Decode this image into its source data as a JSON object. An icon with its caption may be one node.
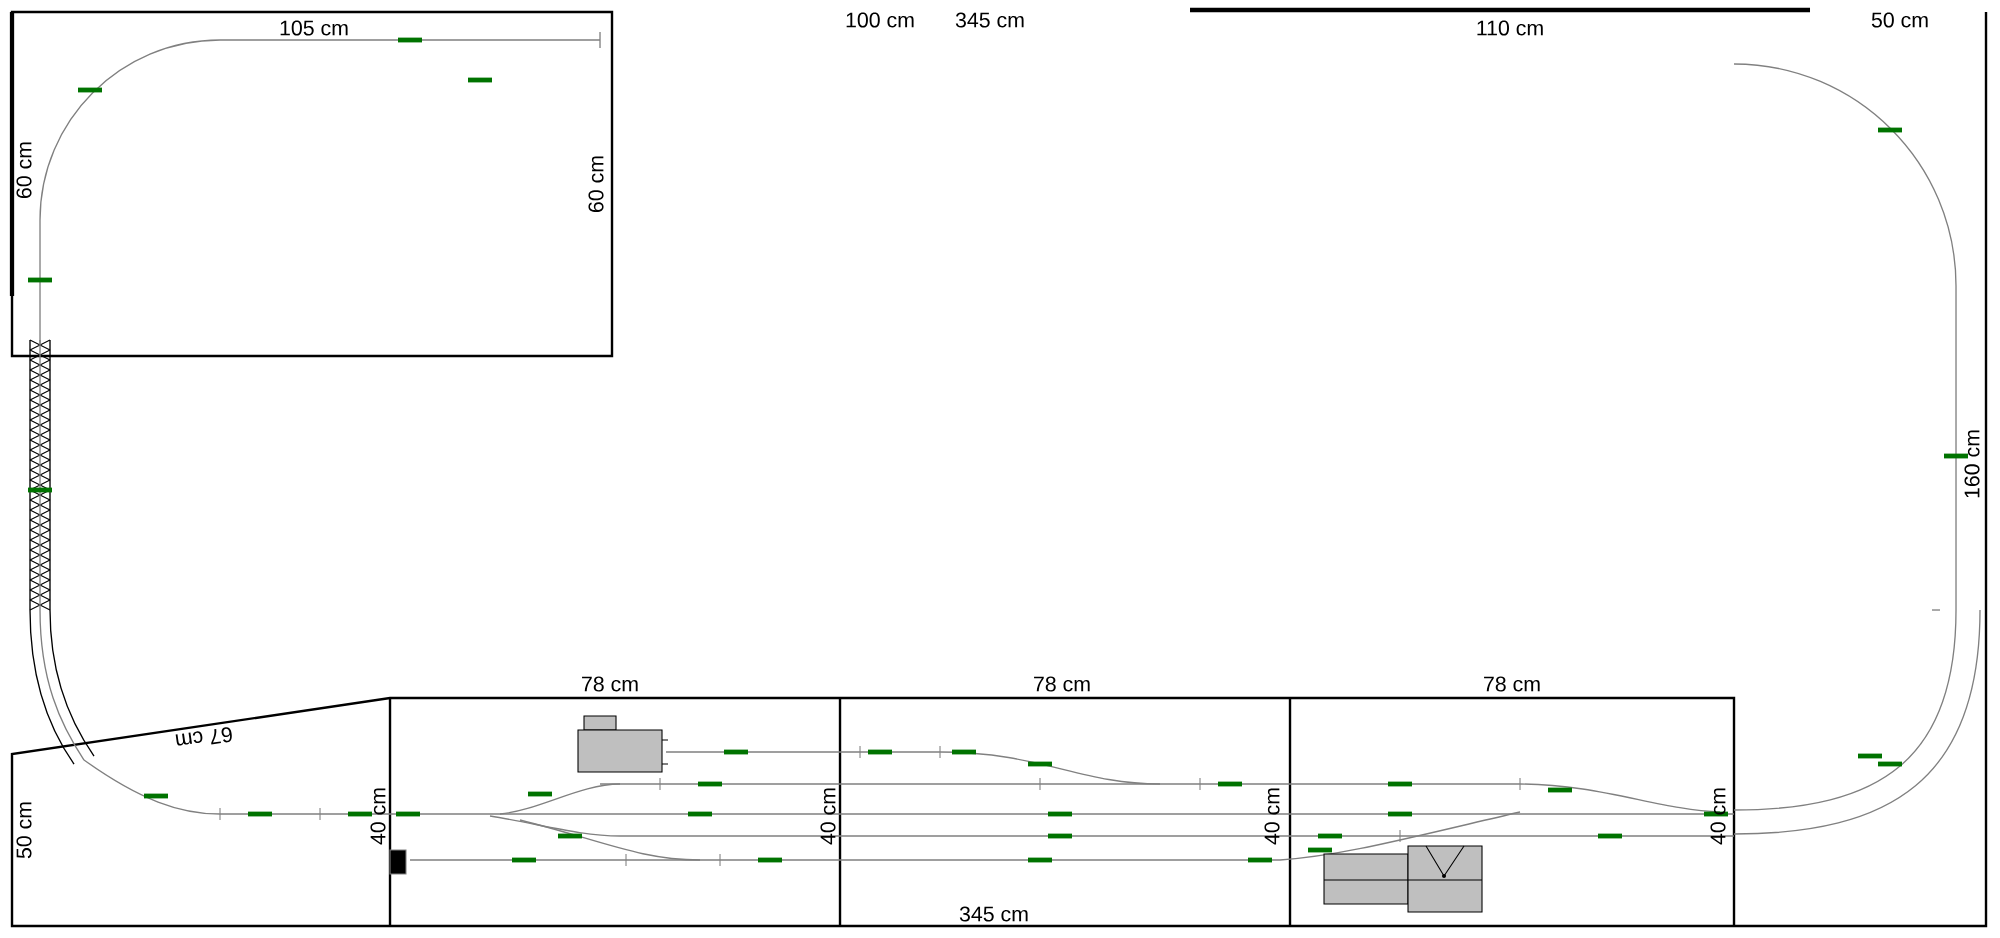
{
  "diagram": {
    "labels": [
      "105 cm",
      "100 cm",
      "345 cm",
      "110 cm",
      "50 cm",
      "60 cm",
      "60 cm",
      "160 cm",
      "67 cm",
      "50 cm",
      "78 cm",
      "78 cm",
      "78 cm",
      "40 cm",
      "40 cm",
      "40 cm",
      "40 cm",
      "345 cm"
    ]
  }
}
